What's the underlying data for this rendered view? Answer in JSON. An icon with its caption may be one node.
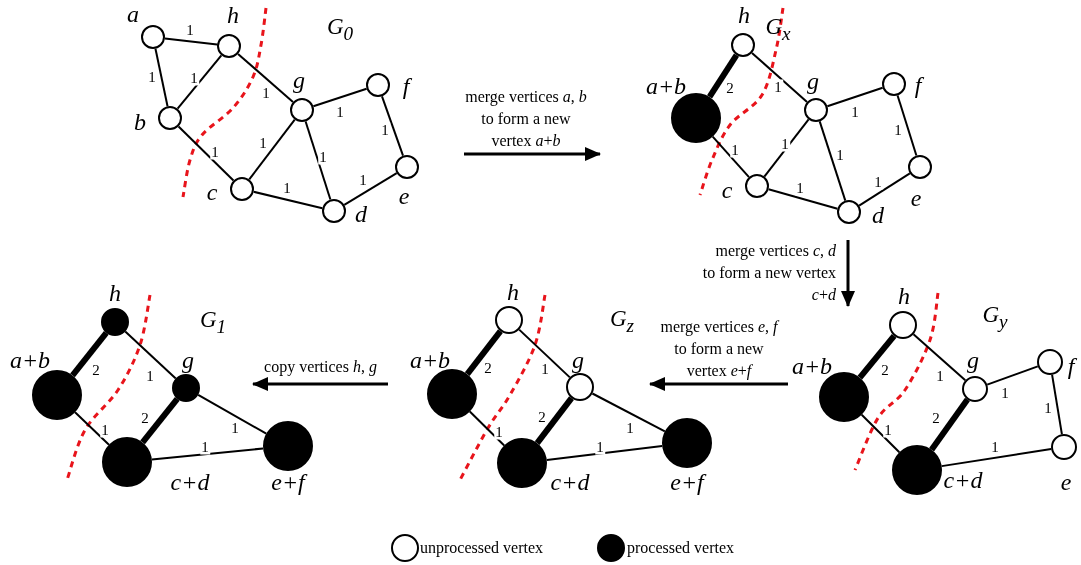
{
  "diagram": {
    "nodes": [
      {
        "text": [],
        "shape": "circle",
        "beside": [
          "a"
        ]
      },
      {
        "text": [],
        "shape": "circle",
        "beside": [
          "h"
        ]
      },
      {
        "text": [],
        "shape": "circle",
        "beside": [
          "b"
        ]
      },
      {
        "text": [],
        "shape": "circle",
        "beside": [
          "g"
        ]
      },
      {
        "text": [],
        "shape": "circle",
        "beside": [
          "f"
        ]
      },
      {
        "text": [],
        "shape": "circle",
        "beside": [
          "c"
        ]
      },
      {
        "text": [],
        "shape": "circle",
        "beside": [
          "d"
        ]
      },
      {
        "text": [],
        "shape": "circle",
        "beside": [
          "e"
        ]
      },
      {
        "text": [],
        "shape": "circle",
        "beside": [
          "h"
        ]
      },
      {
        "text": [],
        "shape": "disc",
        "beside": [
          "a+b"
        ]
      },
      {
        "text": [],
        "shape": "circle",
        "beside": [
          "g"
        ]
      },
      {
        "text": [],
        "shape": "circle",
        "beside": [
          "f"
        ]
      },
      {
        "text": [],
        "shape": "circle",
        "beside": [
          "c"
        ]
      },
      {
        "text": [],
        "shape": "circle",
        "beside": [
          "d"
        ]
      },
      {
        "text": [],
        "shape": "circle",
        "beside": [
          "e"
        ]
      },
      {
        "text": [],
        "shape": "circle",
        "beside": [
          "h"
        ]
      },
      {
        "text": [],
        "shape": "disc",
        "beside": [
          "a+b"
        ]
      },
      {
        "text": [],
        "shape": "circle",
        "beside": [
          "g"
        ]
      },
      {
        "text": [],
        "shape": "circle",
        "beside": [
          "f"
        ]
      },
      {
        "text": [],
        "shape": "disc",
        "beside": [
          "c+d"
        ]
      },
      {
        "text": [],
        "shape": "circle",
        "beside": [
          "e"
        ]
      },
      {
        "text": [],
        "shape": "circle",
        "beside": [
          "h"
        ]
      },
      {
        "text": [],
        "shape": "disc",
        "beside": [
          "a+b"
        ]
      },
      {
        "text": [],
        "shape": "circle",
        "beside": [
          "g"
        ]
      },
      {
        "text": [],
        "shape": "disc",
        "beside": [
          "c+d"
        ]
      },
      {
        "text": [],
        "shape": "disc",
        "beside": [
          "e+f"
        ]
      },
      {
        "text": [],
        "shape": "disc",
        "beside": [
          "h"
        ]
      },
      {
        "text": [],
        "shape": "disc",
        "beside": [
          "a+b"
        ]
      },
      {
        "text": [],
        "shape": "disc",
        "beside": [
          "g"
        ]
      },
      {
        "text": [],
        "shape": "disc",
        "beside": [
          "c+d"
        ]
      },
      {
        "text": [],
        "shape": "disc",
        "beside": [
          "e+f"
        ]
      }
    ],
    "edges": [
      {
        "from": 0,
        "to": 1,
        "arrow": "none",
        "label": "1"
      },
      {
        "from": 0,
        "to": 2,
        "arrow": "none",
        "label": "1"
      },
      {
        "from": 1,
        "to": 2,
        "arrow": "none",
        "label": "1"
      },
      {
        "from": 1,
        "to": 3,
        "arrow": "none",
        "label": "1"
      },
      {
        "from": 2,
        "to": 5,
        "arrow": "none",
        "label": "1"
      },
      {
        "from": 5,
        "to": 3,
        "arrow": "none",
        "label": "1"
      },
      {
        "from": 3,
        "to": 4,
        "arrow": "none",
        "label": "1"
      },
      {
        "from": 3,
        "to": 6,
        "arrow": "none",
        "label": "1"
      },
      {
        "from": 4,
        "to": 7,
        "arrow": "none",
        "label": "1"
      },
      {
        "from": 5,
        "to": 6,
        "arrow": "none",
        "label": "1"
      },
      {
        "from": 6,
        "to": 7,
        "arrow": "none",
        "label": "1"
      },
      {
        "from": 8,
        "to": 9,
        "arrow": "none",
        "label": "2",
        "style": "thick"
      },
      {
        "from": 9,
        "to": 12,
        "arrow": "none",
        "label": "1"
      },
      {
        "from": 8,
        "to": 10,
        "arrow": "none",
        "label": "1"
      },
      {
        "from": 12,
        "to": 10,
        "arrow": "none",
        "label": "1"
      },
      {
        "from": 10,
        "to": 11,
        "arrow": "none",
        "label": "1"
      },
      {
        "from": 10,
        "to": 13,
        "arrow": "none",
        "label": "1"
      },
      {
        "from": 11,
        "to": 14,
        "arrow": "none",
        "label": "1"
      },
      {
        "from": 12,
        "to": 13,
        "arrow": "none",
        "label": "1"
      },
      {
        "from": 13,
        "to": 14,
        "arrow": "none",
        "label": "1"
      },
      {
        "from": 15,
        "to": 16,
        "arrow": "none",
        "label": "2",
        "style": "thick"
      },
      {
        "from": 16,
        "to": 19,
        "arrow": "none",
        "label": "1"
      },
      {
        "from": 15,
        "to": 17,
        "arrow": "none",
        "label": "1"
      },
      {
        "from": 19,
        "to": 17,
        "arrow": "none",
        "label": "2",
        "style": "thick"
      },
      {
        "from": 17,
        "to": 18,
        "arrow": "none",
        "label": "1"
      },
      {
        "from": 18,
        "to": 20,
        "arrow": "none",
        "label": "1"
      },
      {
        "from": 19,
        "to": 20,
        "arrow": "none",
        "label": "1"
      },
      {
        "from": 21,
        "to": 22,
        "arrow": "none",
        "label": "2",
        "style": "thick"
      },
      {
        "from": 22,
        "to": 24,
        "arrow": "none",
        "label": "1"
      },
      {
        "from": 21,
        "to": 23,
        "arrow": "none",
        "label": "1"
      },
      {
        "from": 24,
        "to": 23,
        "arrow": "none",
        "label": "2",
        "style": "thick"
      },
      {
        "from": 23,
        "to": 25,
        "arrow": "none",
        "label": "1"
      },
      {
        "from": 24,
        "to": 25,
        "arrow": "none",
        "label": "1"
      },
      {
        "from": 26,
        "to": 27,
        "arrow": "none",
        "label": "2",
        "style": "thick"
      },
      {
        "from": 27,
        "to": 29,
        "arrow": "none",
        "label": "1"
      },
      {
        "from": 26,
        "to": 28,
        "arrow": "none",
        "label": "1"
      },
      {
        "from": 29,
        "to": 28,
        "arrow": "none",
        "label": "2",
        "style": "thick"
      },
      {
        "from": 28,
        "to": 30,
        "arrow": "none",
        "label": "1"
      },
      {
        "from": 29,
        "to": 30,
        "arrow": "none",
        "label": "1"
      }
    ],
    "labels": [
      "G$_{0}$",
      "merge vertices *a*, *b* to form a new vertex *a*+*b*",
      "G$_{x}$",
      "merge vertices *c*, *d* to form a new vertex *c*+*d*",
      "G$_{1}$",
      "copy vertices *h*, *g*",
      "G$_{z}$",
      "merge vertices *e*, *f* to form a new vertex *e*+*f*",
      "G$_{y}$"
    ],
    "legend": [
      {
        "text": "unprocessed vertex",
        "color": "#ffffff"
      },
      {
        "text": "processed vertex",
        "color": "#000000"
      }
    ]
  }
}
